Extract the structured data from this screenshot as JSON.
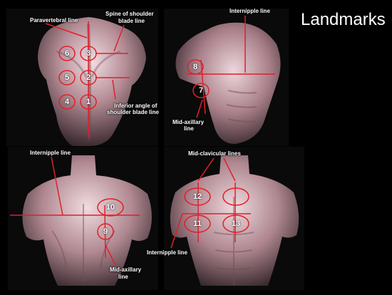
{
  "title": "Landmarks",
  "labels": {
    "paravertebral": "Paravertebral line",
    "spine_scapula_1": "Spine of shoulder",
    "spine_scapula_2": "blade line",
    "inferior_angle_1": "Inferior angle of",
    "inferior_angle_2": "shoulder blade line",
    "internipple_top": "Internipple line",
    "midaxillary_top_1": "Mid-axillary",
    "midaxillary_top_2": "line",
    "internipple_bottom_left": "Internipple line",
    "midaxillary_bottom_1": "Mid-axillary",
    "midaxillary_bottom_2": "line",
    "midclavicular": "Mid-clavicular lines",
    "internipple_bottom_right": "Internipple line"
  },
  "points": {
    "p1": "1",
    "p2": "2",
    "p3": "3",
    "p4": "4",
    "p5": "5",
    "p6": "6",
    "p7": "7",
    "p8": "8",
    "p9": "9",
    "p10": "10",
    "p11": "11",
    "p12": "12",
    "p13": "13"
  },
  "colors": {
    "marker": "#e0202a",
    "background": "#000000",
    "text": "#ffffff"
  }
}
